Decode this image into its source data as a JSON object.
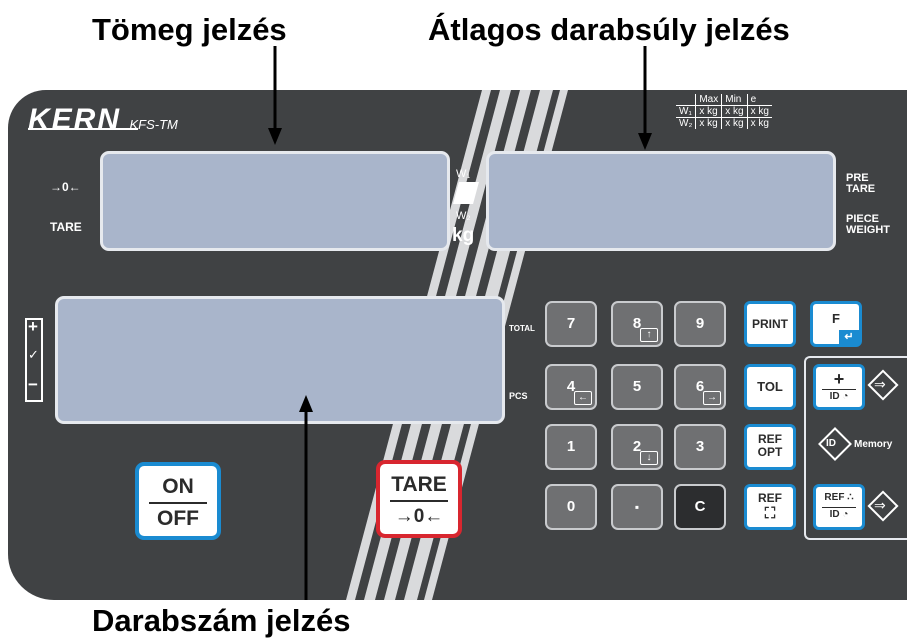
{
  "callouts": {
    "mass": "Tömeg jelzés",
    "avg_piece": "Átlagos darabsúly jelzés",
    "count": "Darabszám jelzés"
  },
  "brand": {
    "logo": "KERN",
    "model": "KFS-TM"
  },
  "spec_table": {
    "headers": [
      "Max",
      "Min",
      "e"
    ],
    "rows": [
      {
        "label": "W₁",
        "values": [
          "x kg",
          "x kg",
          "x kg"
        ]
      },
      {
        "label": "W₂",
        "values": [
          "x kg",
          "x kg",
          "x kg"
        ]
      }
    ]
  },
  "indicators": {
    "zero": "→0←",
    "tare": "TARE",
    "pre_tare_1": "PRE",
    "pre_tare_2": "TARE",
    "piece_weight_1": "PIECE",
    "piece_weight_2": "WEIGHT",
    "w1": "W₁",
    "w2": "W₂",
    "kg": "kg",
    "plus": "+",
    "check": "✓",
    "minus": "−",
    "total": "TOTAL",
    "pcs": "PCS"
  },
  "numpad": {
    "k7": "7",
    "k8": "8",
    "k9": "9",
    "k4": "4",
    "k5": "5",
    "k6": "6",
    "k1": "1",
    "k2": "2",
    "k3": "3",
    "k0": "0",
    "kdot": "▪",
    "kc": "C",
    "sub8": "↑",
    "sub4": "←",
    "sub6": "→",
    "sub2": "↓"
  },
  "function_keys": {
    "print": "PRINT",
    "f": "F",
    "tol": "TOL",
    "ref_opt_1": "REF",
    "ref_opt_2": "OPT",
    "ref": "REF",
    "plus_id_top": "+",
    "plus_id_bottom": "ID ◔",
    "ref_id_top": "REF ∴",
    "ref_id_bottom": "ID ◔",
    "memory": "Memory",
    "id": "ID"
  },
  "big_keys": {
    "on": "ON",
    "off": "OFF",
    "tare": "TARE",
    "zero": "→0←"
  },
  "colors": {
    "panel": "#404244",
    "lcd": "#a9b5cb",
    "blue_accent": "#1a8bd1",
    "red_accent": "#d8262f"
  }
}
